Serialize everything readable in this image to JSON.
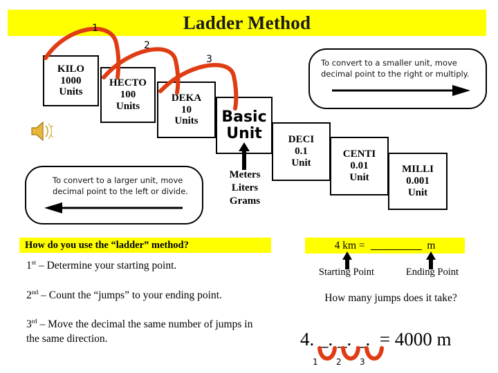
{
  "slide": {
    "title": "Ladder Method",
    "title_highlight_color": "#ffff00"
  },
  "ladder": {
    "jump_numbers": [
      "1",
      "2",
      "3"
    ],
    "steps": [
      {
        "name": "KILO",
        "value": "1000",
        "unit": "Units"
      },
      {
        "name": "HECTO",
        "value": "100",
        "unit": "Units"
      },
      {
        "name": "DEKA",
        "value": "10",
        "unit": "Units"
      },
      {
        "name": "Basic",
        "value": "Unit",
        "unit": ""
      },
      {
        "name": "DECI",
        "value": "0.1",
        "unit": "Unit"
      },
      {
        "name": "CENTI",
        "value": "0.01",
        "unit": "Unit"
      },
      {
        "name": "MILLI",
        "value": "0.001",
        "unit": "Unit"
      }
    ],
    "basic_unit_names": [
      "Meters",
      "Liters",
      "Grams"
    ],
    "arc_color": "#e03c14"
  },
  "callouts": {
    "smaller": {
      "line1": "To convert to a smaller unit, move",
      "line2": "decimal  point to the right or multiply.",
      "arrow_direction": "right"
    },
    "larger": {
      "line1": "To convert to a larger unit, move",
      "line2": "decimal  point to the left or divide.",
      "arrow_direction": "left"
    }
  },
  "instructions": {
    "heading": "How do you use the “ladder” method?",
    "steps": [
      {
        "ordinal": "1",
        "suffix": "st",
        "text": " – Determine your starting point."
      },
      {
        "ordinal": "2",
        "suffix": "nd",
        "text": " – Count the “jumps” to your ending point."
      },
      {
        "ordinal": "3",
        "suffix": "rd",
        "text": " – Move the decimal the same number of jumps in the same direction."
      }
    ]
  },
  "example": {
    "equation_prefix": "4 km = ",
    "equation_suffix": " m",
    "starting_point_label": "Starting Point",
    "ending_point_label": "Ending Point",
    "jumps_question": "How many jumps does it take?",
    "answer_decimal": "4. _. _. _.",
    "answer_equals": "= 4000 m",
    "answer_jump_numbers": [
      "1",
      "2",
      "3"
    ],
    "highlight_color": "#ffff00"
  },
  "media": {
    "speaker_icon": "speaker-icon"
  }
}
